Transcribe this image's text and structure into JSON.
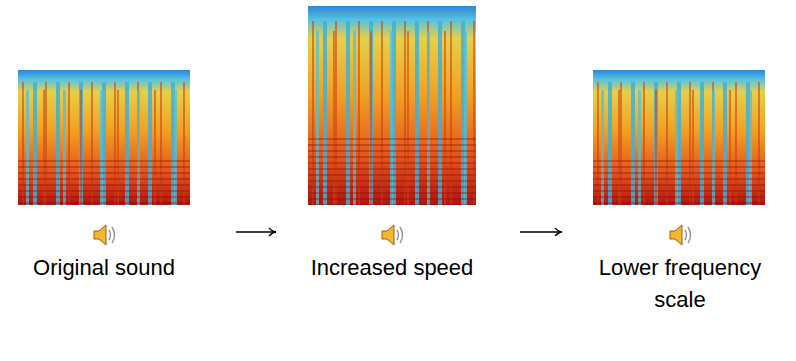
{
  "diagram": {
    "nodes": [
      {
        "text": [
          "Original sound"
        ]
      },
      {
        "text": [
          "Increased speed"
        ]
      },
      {
        "text": [
          "Lower frequency scale"
        ]
      }
    ],
    "edges": [
      {
        "from": 0,
        "to": 1,
        "arrow": "to"
      },
      {
        "from": 1,
        "to": 2,
        "arrow": "to"
      }
    ]
  }
}
